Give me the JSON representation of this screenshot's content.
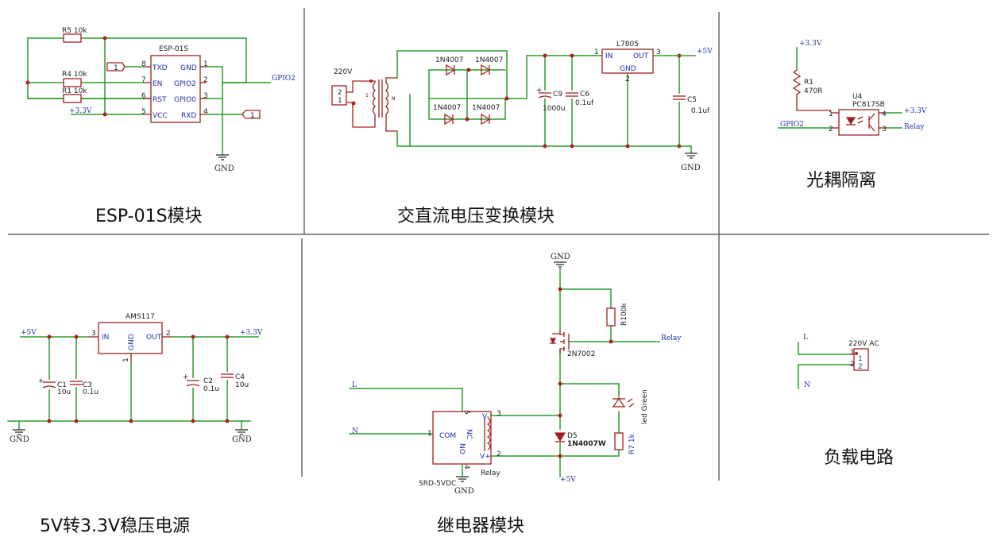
{
  "sections": {
    "esp": {
      "caption": "ESP-01S模块",
      "chip_title": "ESP-01S",
      "pins_left": [
        {
          "num": "8",
          "name": "TXD"
        },
        {
          "num": "7",
          "name": "EN"
        },
        {
          "num": "6",
          "name": "RST"
        },
        {
          "num": "5",
          "name": "VCC"
        }
      ],
      "pins_right": [
        {
          "num": "1",
          "name": "GND"
        },
        {
          "num": "2",
          "name": "GPIO2"
        },
        {
          "num": "3",
          "name": "GPIO0"
        },
        {
          "num": "4",
          "name": "RXD"
        }
      ],
      "r5": "R5 10k",
      "r4": "R4 10k",
      "r1": "R1 10k",
      "vcc_net": "+3.3V",
      "gpio2_net": "GPIO2",
      "gnd": "GND",
      "conn_left": "1",
      "conn_right": "1"
    },
    "acdc": {
      "caption": "交直流电压变换模块",
      "input": "220V",
      "conn_pin2": "2",
      "conn_pin1": "1",
      "xfmr_n": "N",
      "d1": "1N4007",
      "d2": "1N4007",
      "d3": "1N4007",
      "d4": "1N4007",
      "c9_name": "C9",
      "c9_val": "1000u",
      "c6_name": "C6",
      "c6_val": "0.1uf",
      "reg": "L7805",
      "reg_in": "IN",
      "reg_out": "OUT",
      "reg_gnd": "GND",
      "pin1": "1",
      "pin2": "2",
      "pin3": "3",
      "out_net": "+5V",
      "c5_name": "C5",
      "c5_val": "0.1uf",
      "gnd": "GND",
      "plus": "+"
    },
    "opto": {
      "caption": "光耦隔离",
      "vcc": "+3.3V",
      "r1_name": "R1",
      "r1_val": "470R",
      "u4": "U4",
      "part": "PC817SB",
      "vcc2": "+3.3V",
      "gpio2": "GPIO2",
      "relay": "Relay",
      "p1": "1",
      "p2": "2",
      "p3": "3",
      "p4": "4"
    },
    "ldo": {
      "caption": "5V转3.3V稳压电源",
      "in_net": "+5V",
      "out_net": "+3.3V",
      "chip": "AMS117",
      "pin_in": "IN",
      "pin_gnd": "GND",
      "pin_out": "OUT",
      "p3": "3",
      "p1": "1",
      "p2": "2",
      "c1_name": "C1",
      "c1_val": "10u",
      "c3_name": "C3",
      "c3_val": "0.1u",
      "c2_name": "C2",
      "c2_val": "0.1u",
      "c4_name": "C4",
      "c4_val": "10u",
      "gnd": "GND",
      "plus": "+"
    },
    "relay": {
      "caption": "继电器模块",
      "gnd_top": "GND",
      "r100k": "R100k",
      "relay_net": "Relay",
      "mosfet": "2N7002",
      "led": "led Green",
      "r7": "R7  1k",
      "d5_name": "D5",
      "d5_val": "1N4007W",
      "l": "L",
      "n": "N",
      "com": "COM",
      "nc": "NC",
      "no": "NO",
      "v_minus": "V-",
      "v_plus": "V+",
      "p1": "1",
      "p2": "2",
      "p3": "3",
      "p4": "4",
      "p5": "5",
      "relay_part": "Relay",
      "relay_model": "SRD-5VDC",
      "gnd_bottom": "GND",
      "plus5": "+5V"
    },
    "load": {
      "caption": "负载电路",
      "l": "L",
      "n": "N",
      "conn": "220V AC",
      "p1": "1",
      "p2": "2",
      "in1": "1",
      "in2": "2"
    }
  }
}
